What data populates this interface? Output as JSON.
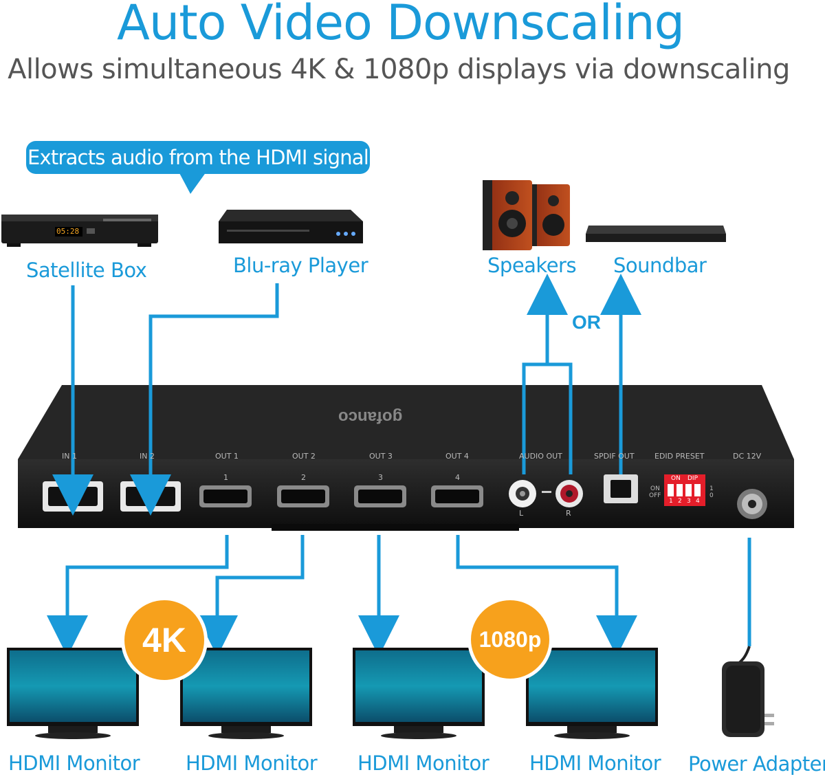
{
  "header": {
    "title": "Auto Video Downscaling",
    "subtitle": "Allows simultaneous 4K & 1080p displays via downscaling"
  },
  "callout": "Extracts audio from the HDMI signal",
  "sources": {
    "satellite": "Satellite Box",
    "bluray": "Blu-ray Player",
    "satellite_display": "05:28"
  },
  "audio": {
    "speakers": "Speakers",
    "soundbar": "Soundbar",
    "or": "OR"
  },
  "device": {
    "brand": "gofanco",
    "ports": {
      "in1": "IN 1",
      "in2": "IN 2",
      "out1": "OUT 1",
      "out2": "OUT 2",
      "out3": "OUT 3",
      "out4": "OUT 4",
      "n1": "1",
      "n2": "2",
      "n3": "3",
      "n4": "4",
      "audio_out": "AUDIO OUT",
      "spdif_out": "SPDIF OUT",
      "edid_preset": "EDID PRESET",
      "dc": "DC 12V",
      "l": "L",
      "r": "R",
      "on": "ON",
      "off": "OFF",
      "dip": "DIP",
      "one": "1",
      "zero": "0",
      "d1": "1",
      "d2": "2",
      "d3": "3",
      "d4": "4"
    }
  },
  "badges": {
    "k4": "4K",
    "p1080": "1080p"
  },
  "outputs": {
    "m1": "HDMI Monitor",
    "m2": "HDMI Monitor",
    "m3": "HDMI Monitor",
    "m4": "HDMI Monitor",
    "power": "Power Adapter"
  },
  "colors": {
    "accent": "#1a9ad9",
    "badge": "#f7a11c",
    "device": "#1f1f1f"
  }
}
